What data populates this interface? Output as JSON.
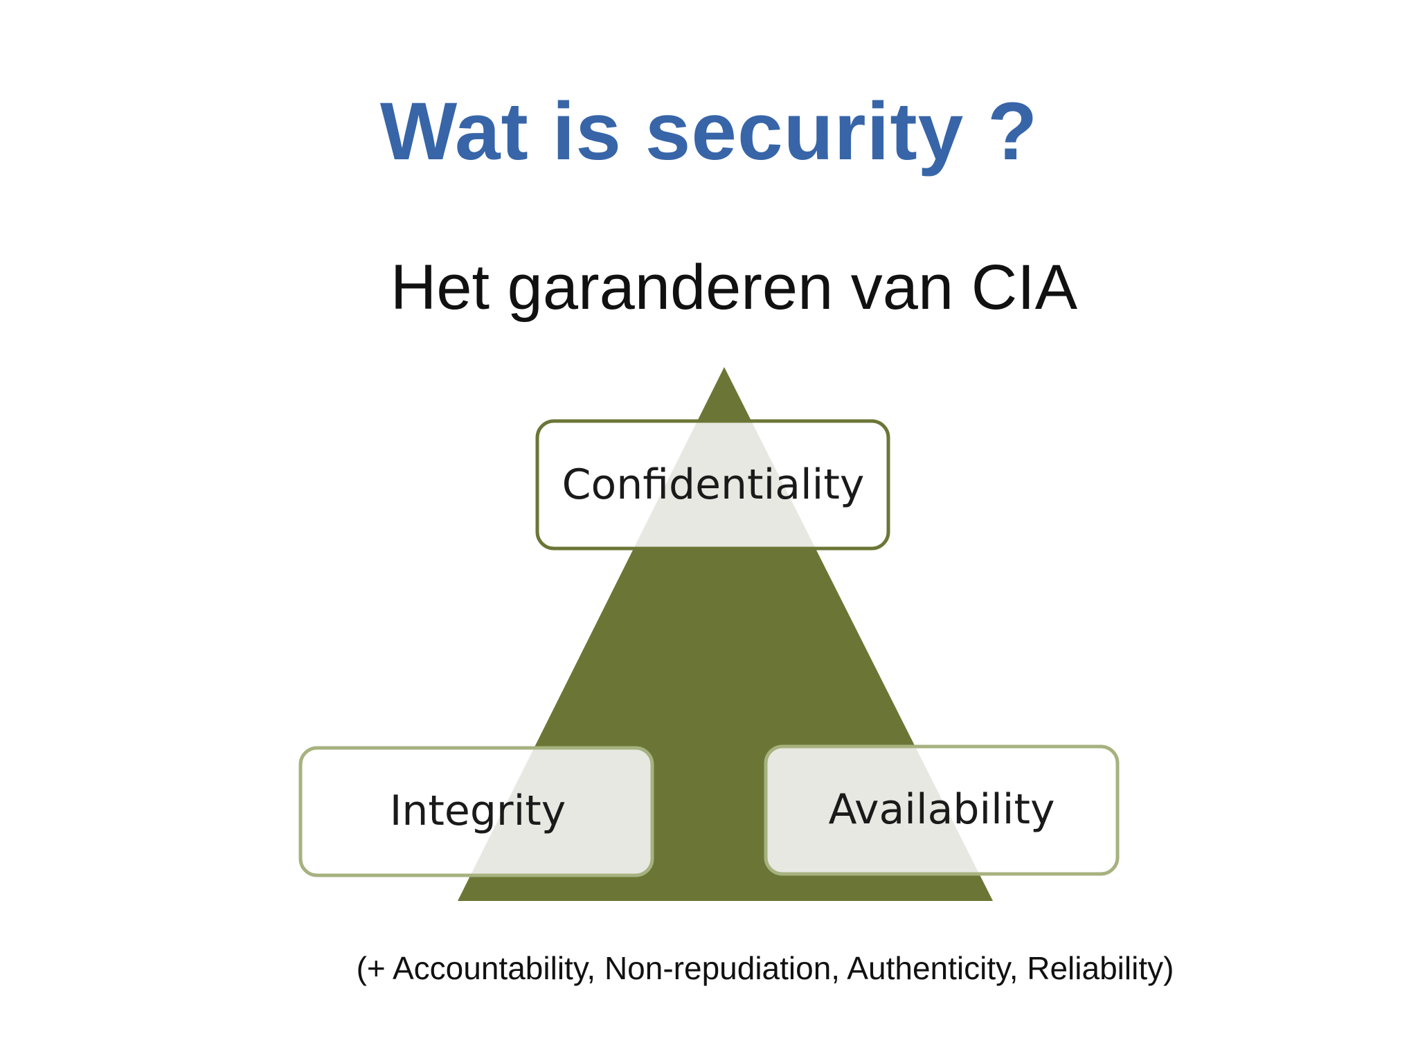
{
  "slide": {
    "title": "Wat is security ?",
    "subtitle": "Het garanderen van CIA",
    "footnote": "(+ Accountability, Non-repudiation, Authenticity, Reliability)"
  },
  "diagram": {
    "nodes": {
      "top": "Confidentiality",
      "bottom_left": "Integrity",
      "bottom_right": "Availability"
    },
    "colors": {
      "triangle": "#6b7636",
      "box_border_dark": "#6b7636",
      "box_border_light": "#a6b27f",
      "box_fill": "#ffffff",
      "title": "#3765a8"
    }
  }
}
